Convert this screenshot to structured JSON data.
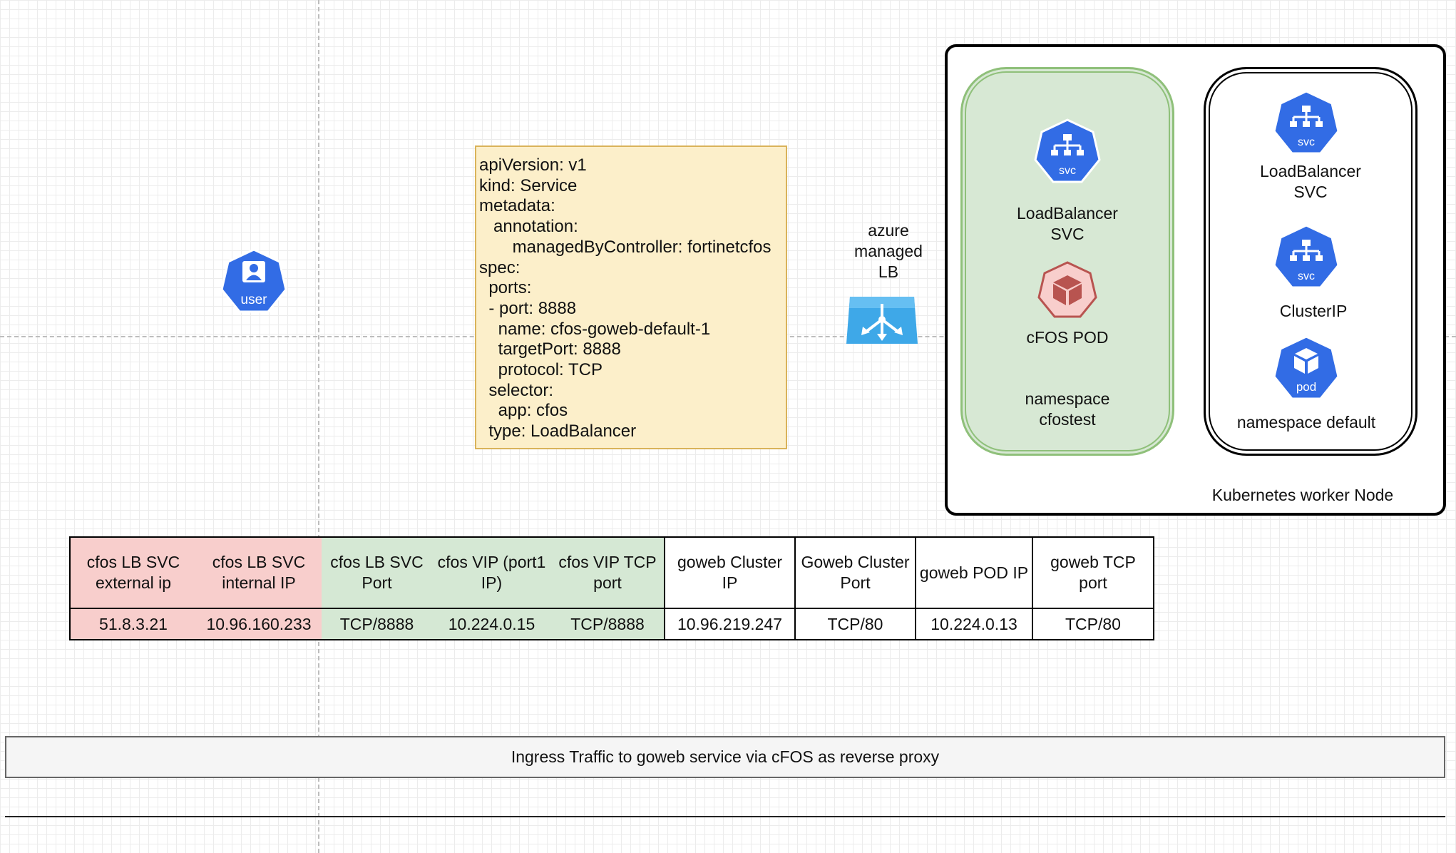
{
  "user_icon": {
    "label": "user",
    "icon": "user-icon",
    "color": "#326ce5"
  },
  "yaml": {
    "lines": [
      "apiVersion: v1",
      "kind: Service",
      "metadata:",
      "   annotation:",
      "       managedByController: fortinetcfos",
      "spec:",
      "  ports:",
      "  - port: 8888",
      "    name: cfos-goweb-default-1",
      "    targetPort: 8888",
      "    protocol: TCP",
      "  selector:",
      "    app: cfos",
      "  type: LoadBalancer"
    ]
  },
  "azure_lb": {
    "label": "azure\nmanaged\nLB",
    "icon": "azure-load-balancer-icon",
    "color": "#3ea8e8"
  },
  "node": {
    "label": "Kubernetes worker Node",
    "ns_cfostest": {
      "svc_badge": "svc",
      "svc_label": "LoadBalancer\nSVC",
      "pod_label": "cFOS POD",
      "namespace_label": "namespace\ncfostest"
    },
    "ns_default": {
      "svc1_badge": "svc",
      "svc1_label": "LoadBalancer\nSVC",
      "svc2_badge": "svc",
      "svc2_label": "ClusterIP",
      "pod_badge": "pod",
      "namespace_label": "namespace  default"
    }
  },
  "table": {
    "headers": [
      "cfos LB SVC\nexternal ip",
      "cfos LB SVC\ninternal IP",
      "cfos LB SVC\nPort",
      "cfos VIP (port1\nIP)",
      "cfos VIP TCP\nport",
      "goweb Cluster\nIP",
      "Goweb Cluster\nPort",
      "goweb POD IP",
      "goweb TCP\nport"
    ],
    "values": [
      "51.8.3.21",
      "10.96.160.233",
      "TCP/8888",
      "10.224.0.15",
      "TCP/8888",
      "10.96.219.247",
      "TCP/80",
      "10.224.0.13",
      "TCP/80"
    ]
  },
  "banner": {
    "text": "Ingress Traffic to goweb service via cFOS as reverse proxy"
  },
  "colors": {
    "k8s_blue": "#326ce5",
    "pink_cell": "#f8cecc",
    "green_cell": "#d5e8d4",
    "yaml_fill": "#fcefca",
    "pod_red": "#b85450"
  }
}
